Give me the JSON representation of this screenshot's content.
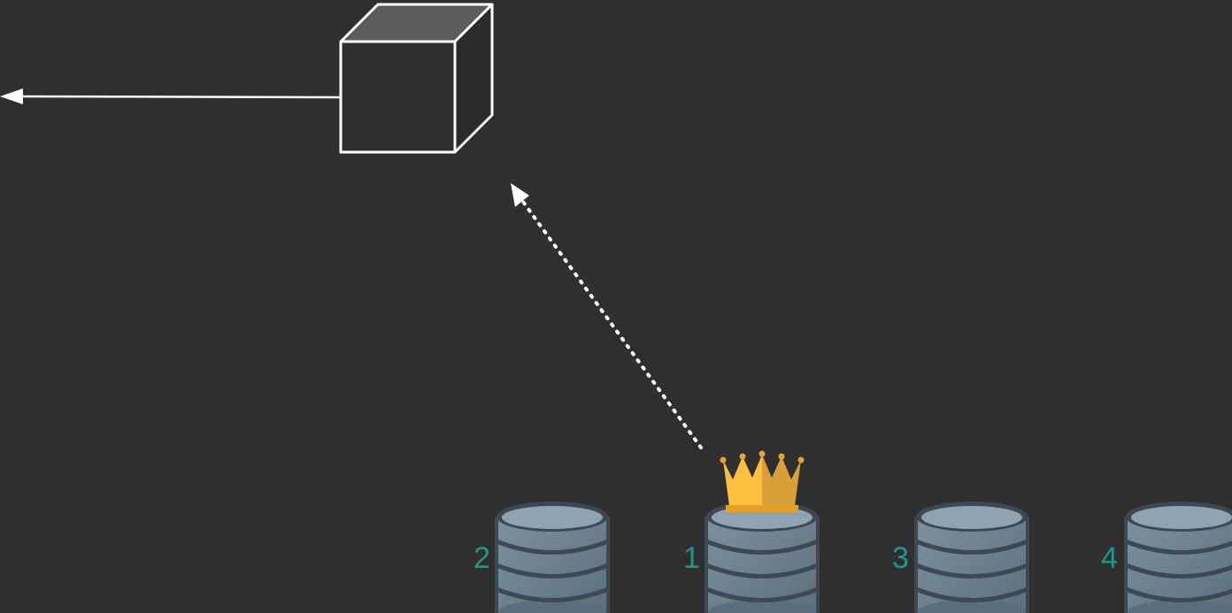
{
  "diagram": {
    "background": "#2f2f2f",
    "stroke_color": "#ffffff",
    "label_color": "#1f968a",
    "crown_colors": {
      "light": "#fdbf3f",
      "dark": "#d9a03a",
      "band": "#e59f23"
    },
    "database_colors": {
      "body": "#64798a",
      "top": "#8fa3b2",
      "rim": "#3e4852"
    },
    "nodes": [
      {
        "id": "database-2",
        "label": "2",
        "is_leader": false
      },
      {
        "id": "database-1",
        "label": "1",
        "is_leader": true
      },
      {
        "id": "database-3",
        "label": "3",
        "is_leader": false
      },
      {
        "id": "database-4",
        "label": "4",
        "is_leader": false
      }
    ],
    "edges": [
      {
        "from": "cube",
        "to": "left-edge",
        "style": "solid"
      },
      {
        "from": "database-1",
        "to": "cube",
        "style": "dotted"
      }
    ]
  }
}
